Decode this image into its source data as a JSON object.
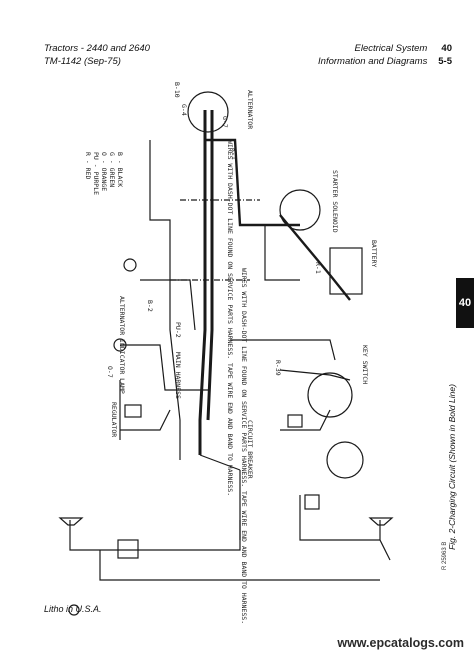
{
  "header": {
    "left_line1": "Tractors - 2440 and 2640",
    "left_line2": "TM-1142  (Sep-75)",
    "right_line1": "Electrical System",
    "right_line2": "Information and Diagrams",
    "page_section": "40",
    "page_number": "5-5"
  },
  "legend": [
    "B  - BLACK",
    "G  - GREEN",
    "O  - ORANGE",
    "PU - PURPLE",
    "R  - RED"
  ],
  "labels": {
    "alternator": "ALTERNATOR",
    "starter_solenoid": "STARTER SOLENOID",
    "battery": "BATTERY",
    "key_switch": "KEY SWITCH",
    "circuit_breaker": "CIRCUIT BREAKER",
    "regulator": "REGULATOR",
    "main_harness": "MAIN HARNESS",
    "indicator_lamp": "ALTERNATOR INDICATOR LAMP",
    "note_upper": "WIRES WITH DASH-DOT LINE FOUND ON SERVICE PARTS HARNESS. TAPE WIRE END AND BAND TO HARNESS.",
    "note_lower": "WIRES WITH DASH-DOT LINE FOUND ON SERVICE PARTS HARNESS. TAPE WIRE END AND BAND TO HARNESS.",
    "wire_b10": "B-10",
    "wire_g4": "G-4",
    "wire_g7": "G-7",
    "wire_r1": "R-1",
    "wire_b2": "B-2",
    "wire_pu2": "PU-2",
    "wire_o7": "O-7",
    "wire_r39": "R-39",
    "wire_r1b": "R-1"
  },
  "side_tab": "40",
  "caption": "Fig. 2-Charging Circuit (Shown in Bold Line)",
  "figure_ref": "R 25963 B",
  "footer": "Litho in U.S.A.",
  "watermark": "www.epcatalogs.com"
}
